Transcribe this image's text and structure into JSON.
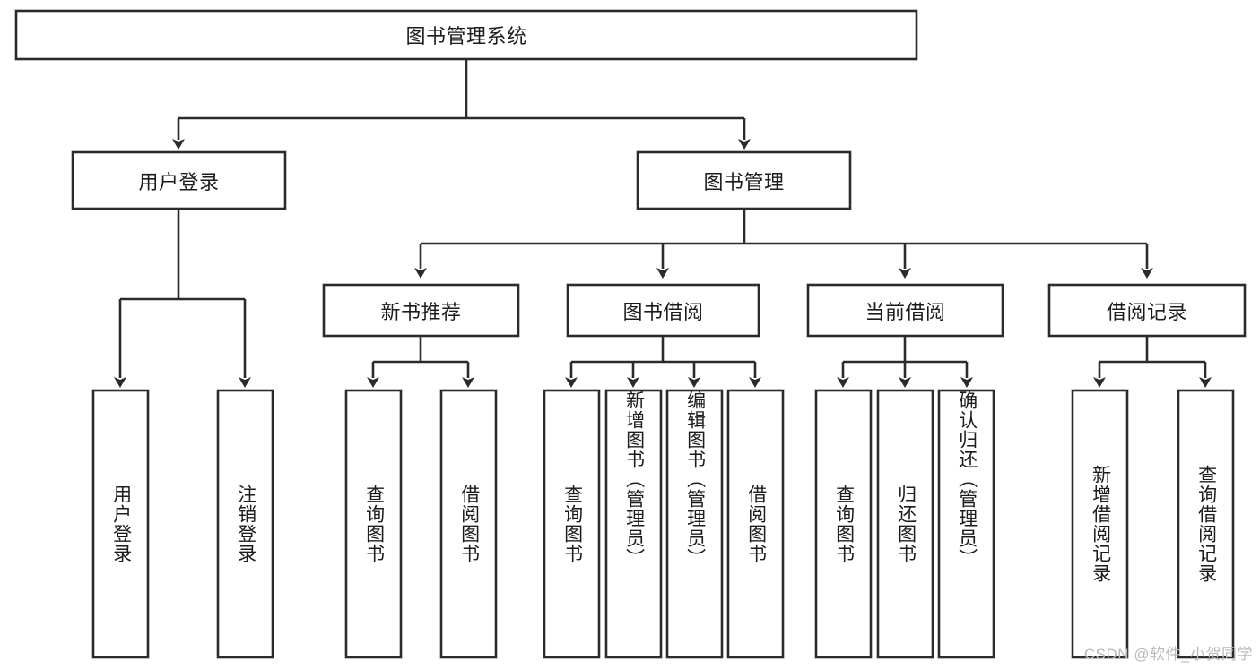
{
  "diagram": {
    "type": "tree-hierarchy",
    "root": {
      "id": "root",
      "label": "图书管理系统"
    },
    "level1": [
      {
        "id": "user-login",
        "label": "用户登录"
      },
      {
        "id": "book-manage",
        "label": "图书管理"
      }
    ],
    "level2": [
      {
        "id": "new-book-rec",
        "label": "新书推荐",
        "parent": "book-manage"
      },
      {
        "id": "book-borrow",
        "label": "图书借阅",
        "parent": "book-manage"
      },
      {
        "id": "current-borrow",
        "label": "当前借阅",
        "parent": "book-manage"
      },
      {
        "id": "borrow-record",
        "label": "借阅记录",
        "parent": "book-manage"
      }
    ],
    "leaves": {
      "user_login": [
        {
          "id": "leaf-user-login",
          "label": "用户登录"
        },
        {
          "id": "leaf-logout",
          "label": "注销登录"
        }
      ],
      "new_book_rec": [
        {
          "id": "leaf-query-book-1",
          "label": "查询图书"
        },
        {
          "id": "leaf-borrow-book-1",
          "label": "借阅图书"
        }
      ],
      "book_borrow": [
        {
          "id": "leaf-query-book-2",
          "label": "查询图书"
        },
        {
          "id": "leaf-add-book",
          "label": "新增图书（管理员）"
        },
        {
          "id": "leaf-edit-book",
          "label": "编辑图书（管理员）"
        },
        {
          "id": "leaf-borrow-book-2",
          "label": "借阅图书"
        }
      ],
      "current_borrow": [
        {
          "id": "leaf-query-book-3",
          "label": "查询图书"
        },
        {
          "id": "leaf-return-book",
          "label": "归还图书"
        },
        {
          "id": "leaf-confirm-return",
          "label": "确认归还（管理员）"
        }
      ],
      "borrow_record": [
        {
          "id": "leaf-add-record",
          "label": "新增借阅记录"
        },
        {
          "id": "leaf-query-record",
          "label": "查询借阅记录"
        }
      ]
    }
  },
  "watermark": {
    "text": "CSDN @软件_小贺同学"
  },
  "colors": {
    "stroke": "#2b2b2b",
    "fill": "#ffffff",
    "text": "#1c1c1c",
    "watermark": "#b9b9b9"
  }
}
